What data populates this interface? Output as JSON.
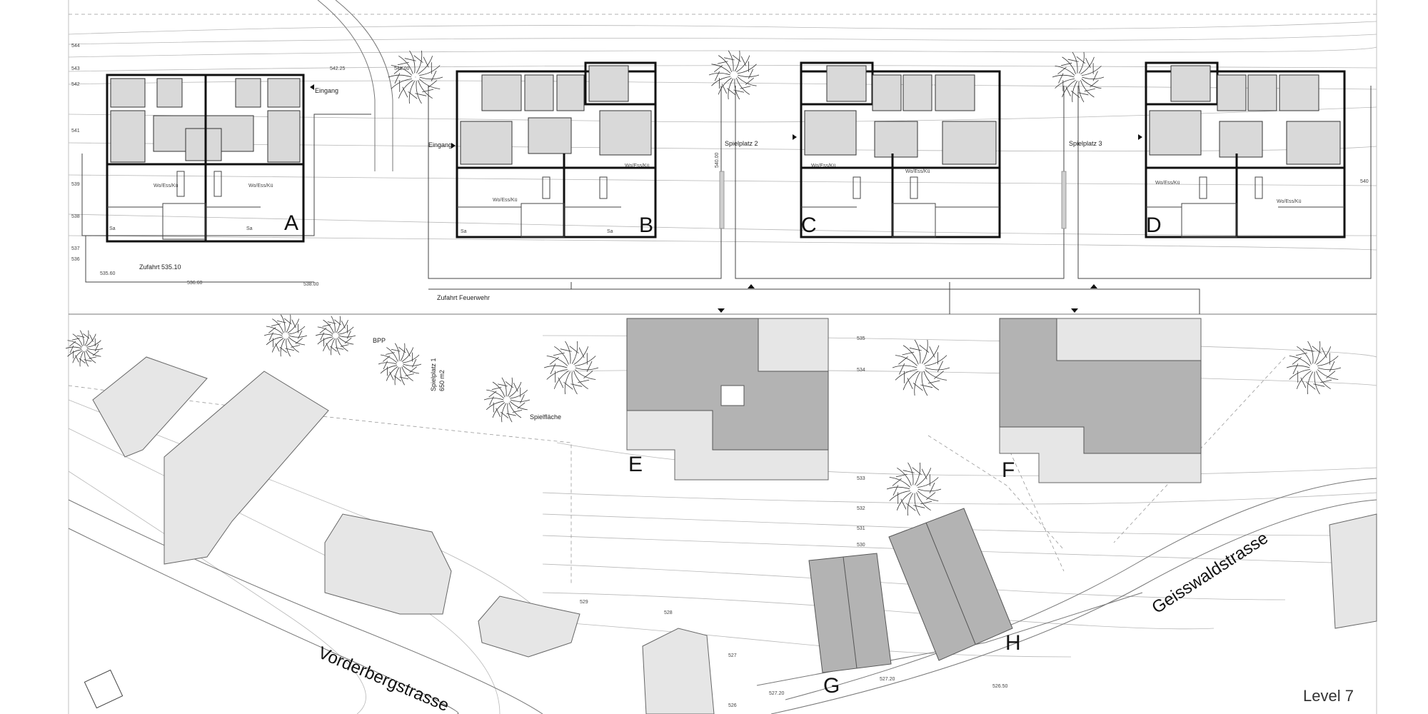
{
  "houses": [
    {
      "letter": "A",
      "entrance": "Eingang",
      "rooms": [
        "Wo/Ess/Kü",
        "Wo/Ess/Kü",
        "Sa",
        "Sa"
      ]
    },
    {
      "letter": "B",
      "entrance": "Eingang",
      "rooms": [
        "Wo/Ess/Kü",
        "Wo/Ess/Kü",
        "Sa",
        "Sa"
      ]
    },
    {
      "letter": "C",
      "rooms": [
        "Wo/Ess/Kü",
        "Wo/Ess/Kü"
      ]
    },
    {
      "letter": "D",
      "rooms": [
        "Wo/Ess/Kü",
        "Wo/Ess/Kü"
      ]
    }
  ],
  "buildings": [
    "E",
    "F",
    "G",
    "H"
  ],
  "labels": {
    "playground2": "Spielplatz 2",
    "playground3": "Spielplatz 3",
    "playground1": "Spielplatz 1",
    "playground1_area": "650 m2",
    "play_area": "Spielfläche",
    "fire_access": "Zufahrt Feuerwehr",
    "access": "Zufahrt 535.10",
    "bpp": "BPP"
  },
  "spot_heights": [
    "542.25",
    "541.00",
    "540.00",
    "536.60",
    "538.00",
    "535.60",
    "527.20",
    "527.20",
    "526.50"
  ],
  "contours": [
    "544",
    "543",
    "542",
    "541",
    "540",
    "539",
    "538",
    "537",
    "536",
    "535",
    "534",
    "533",
    "532",
    "531",
    "530",
    "529",
    "528",
    "527",
    "526"
  ],
  "streets": {
    "vorderberg": "Vorderbergstrasse",
    "geisswald": "Geisswaldstrasse"
  },
  "level_label": "Level 7",
  "colors": {
    "roof_dark": "#b3b3b3",
    "roof_light": "#e6e6e6",
    "room": "#d9d9d9",
    "line": "#111111"
  }
}
